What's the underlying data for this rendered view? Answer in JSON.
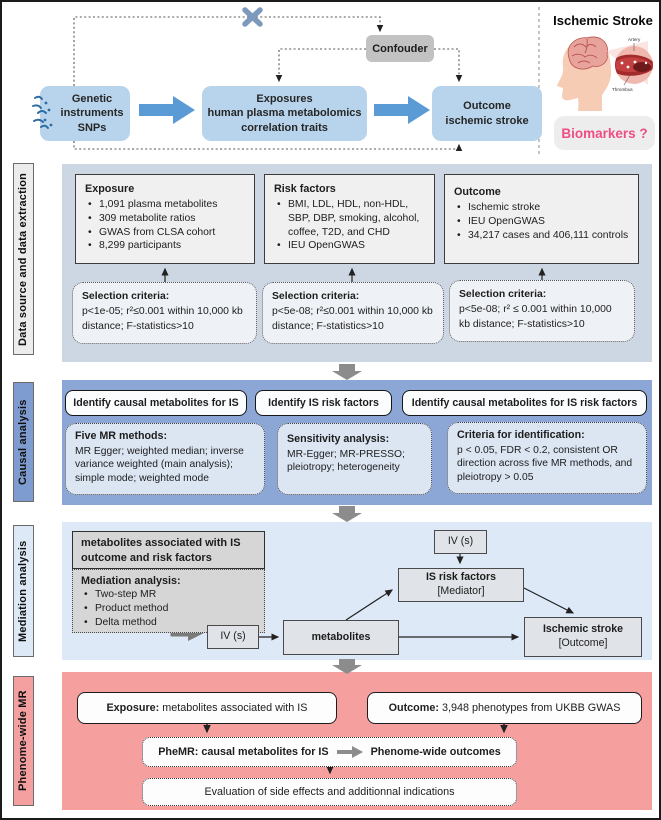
{
  "colors": {
    "box-blue": "#b7d4ec",
    "arrow-blue": "#5b9bd5",
    "confounder-gray": "#c2c2c2",
    "sec1-bg": "#cdd7e4",
    "sec2-bg": "#8ca7d6",
    "sec2-box": "#dce6f3",
    "sec3-bg": "#dde9f6",
    "sec4-bg": "#f59f9f",
    "gray-box": "#f0f0f0",
    "med-gray": "#d6d6d6",
    "flow-gray": "#e0e3e7",
    "pink-text": "#ee4d86",
    "label1-bg": "#ececec",
    "label2-bg": "#7f9cd0",
    "label3-bg": "#dde9f6",
    "label4-bg": "#f5a0a0"
  },
  "top_flow": {
    "genetic": {
      "line1": "Genetic",
      "line2": "instruments",
      "line3": "SNPs"
    },
    "exposures": {
      "line1": "Exposures",
      "line2": "human plasma metabolomics",
      "line3": "correlation traits"
    },
    "outcome": {
      "line1": "Outcome",
      "line2": "ischemic stroke"
    },
    "confounder": "Confouder"
  },
  "stroke_panel": {
    "title": "Ischemic Stroke",
    "artery_label": "Artery",
    "thrombus_label": "Thrombus",
    "biomarkers": "Biomarkers ?"
  },
  "section1": {
    "label": "Data source and data extraction",
    "exposure": {
      "title": "Exposure",
      "items": [
        "1,091 plasma metabolites",
        "309 metabolite ratios",
        "GWAS from CLSA cohort",
        "8,299 participants"
      ]
    },
    "risk": {
      "title": "Risk factors",
      "items": [
        "BMI, LDL, HDL, non-HDL, SBP, DBP, smoking, alcohol, coffee, T2D, and CHD",
        "IEU OpenGWAS"
      ]
    },
    "outcome": {
      "title": "Outcome",
      "items": [
        "Ischemic stroke",
        "IEU OpenGWAS",
        "34,217 cases and 406,111 controls"
      ]
    },
    "sel1": {
      "title": "Selection criteria:",
      "text": "p<1e-05; r²≤0.001 within 10,000 kb distance; F-statistics>10"
    },
    "sel2": {
      "title": "Selection criteria:",
      "text": "p<5e-08; r²≤0.001 within 10,000 kb distance; F-statistics>10"
    },
    "sel3": {
      "title": "Selection criteria:",
      "text": "p<5e-08; r² ≤ 0.001 within 10,000 kb distance; F-statistics>10"
    }
  },
  "section2": {
    "label": "Causal analysis",
    "h1": "Identify causal metabolites for IS",
    "h2": "Identify IS risk factors",
    "h3": "Identify causal metabolites for IS risk factors",
    "b1": {
      "title": "Five MR methods:",
      "text": "MR Egger; weighted median; inverse variance weighted (main analysis); simple mode; weighted mode"
    },
    "b2": {
      "title": "Sensitivity analysis:",
      "text": "MR-Egger; MR-PRESSO; pleiotropy; heterogeneity"
    },
    "b3": {
      "title": "Criteria for identification:",
      "text": "p < 0.05, FDR < 0.2, consistent OR direction across five MR methods, and pleiotropy > 0.05"
    }
  },
  "section3": {
    "label": "Mediation analysis",
    "header_line1": "metabolites associated with IS",
    "header_line2": "outcome and risk factors",
    "mediation": {
      "title": "Mediation analysis:",
      "items": [
        "Two-step MR",
        "Product method",
        "Delta method"
      ]
    },
    "iv_top": "IV (s)",
    "iv_left": "IV (s)",
    "mediator": {
      "line1": "IS risk factors",
      "line2": "[Mediator]"
    },
    "metabolites": "metabolites",
    "outcome": {
      "line1": "Ischemic stroke",
      "line2": "[Outcome]"
    }
  },
  "section4": {
    "label": "Phenome-wide MR",
    "exposure_label": "Exposure:",
    "exposure_text": " metabolites associated with IS",
    "outcome_label": "Outcome:",
    "outcome_text": " 3,948 phenotypes from UKBB GWAS",
    "phemr_left": "PheMR: causal metabolites for IS",
    "phemr_right": "Phenome-wide outcomes",
    "evaluation": "Evaluation of side effects and additionnal indications"
  }
}
